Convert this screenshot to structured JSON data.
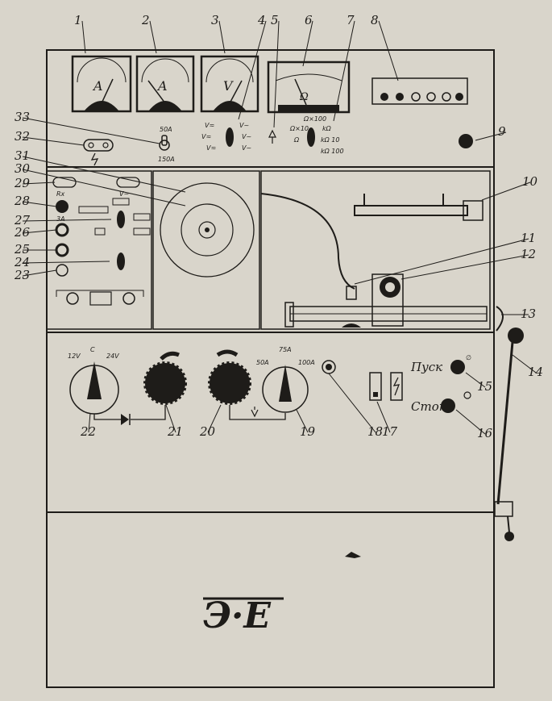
{
  "diagram": {
    "callouts": [
      "1",
      "2",
      "3",
      "4",
      "5",
      "6",
      "7",
      "8",
      "9",
      "10",
      "11",
      "12",
      "13",
      "14",
      "15",
      "16",
      "17",
      "18",
      "19",
      "20",
      "21",
      "22",
      "23",
      "24",
      "25",
      "26",
      "27",
      "28",
      "29",
      "30",
      "31",
      "32",
      "33"
    ],
    "meters": {
      "m1_unit": "A",
      "m2_unit": "A",
      "m3_unit": "V",
      "m6_unit": "Ω"
    },
    "current_switch": {
      "top": "50A",
      "bottom": "150A"
    },
    "mode_switch": {
      "left_top": "V≂",
      "left_mid": "V≂",
      "left_bot": "V≂",
      "right_top": "V~",
      "right_mid": "V~",
      "right_bot": "V~"
    },
    "ohm_switch": {
      "top": "Ω×100",
      "left_top": "Ω×10",
      "left_mid": "Ω",
      "right_top": "kΩ",
      "right_mid": "kΩ 10",
      "right_bot": "kΩ 100"
    },
    "left_panel": {
      "rx": "Rx",
      "v": "V~",
      "fuse": "3A"
    },
    "voltage_switch": {
      "left": "12V",
      "center": "C",
      "right": "24V"
    },
    "range_switch": {
      "left": "50A",
      "center": "75A",
      "right": "100A"
    },
    "buttons": {
      "start": "Пуск",
      "stop": "Стоп"
    },
    "logo": "Э·Е"
  }
}
